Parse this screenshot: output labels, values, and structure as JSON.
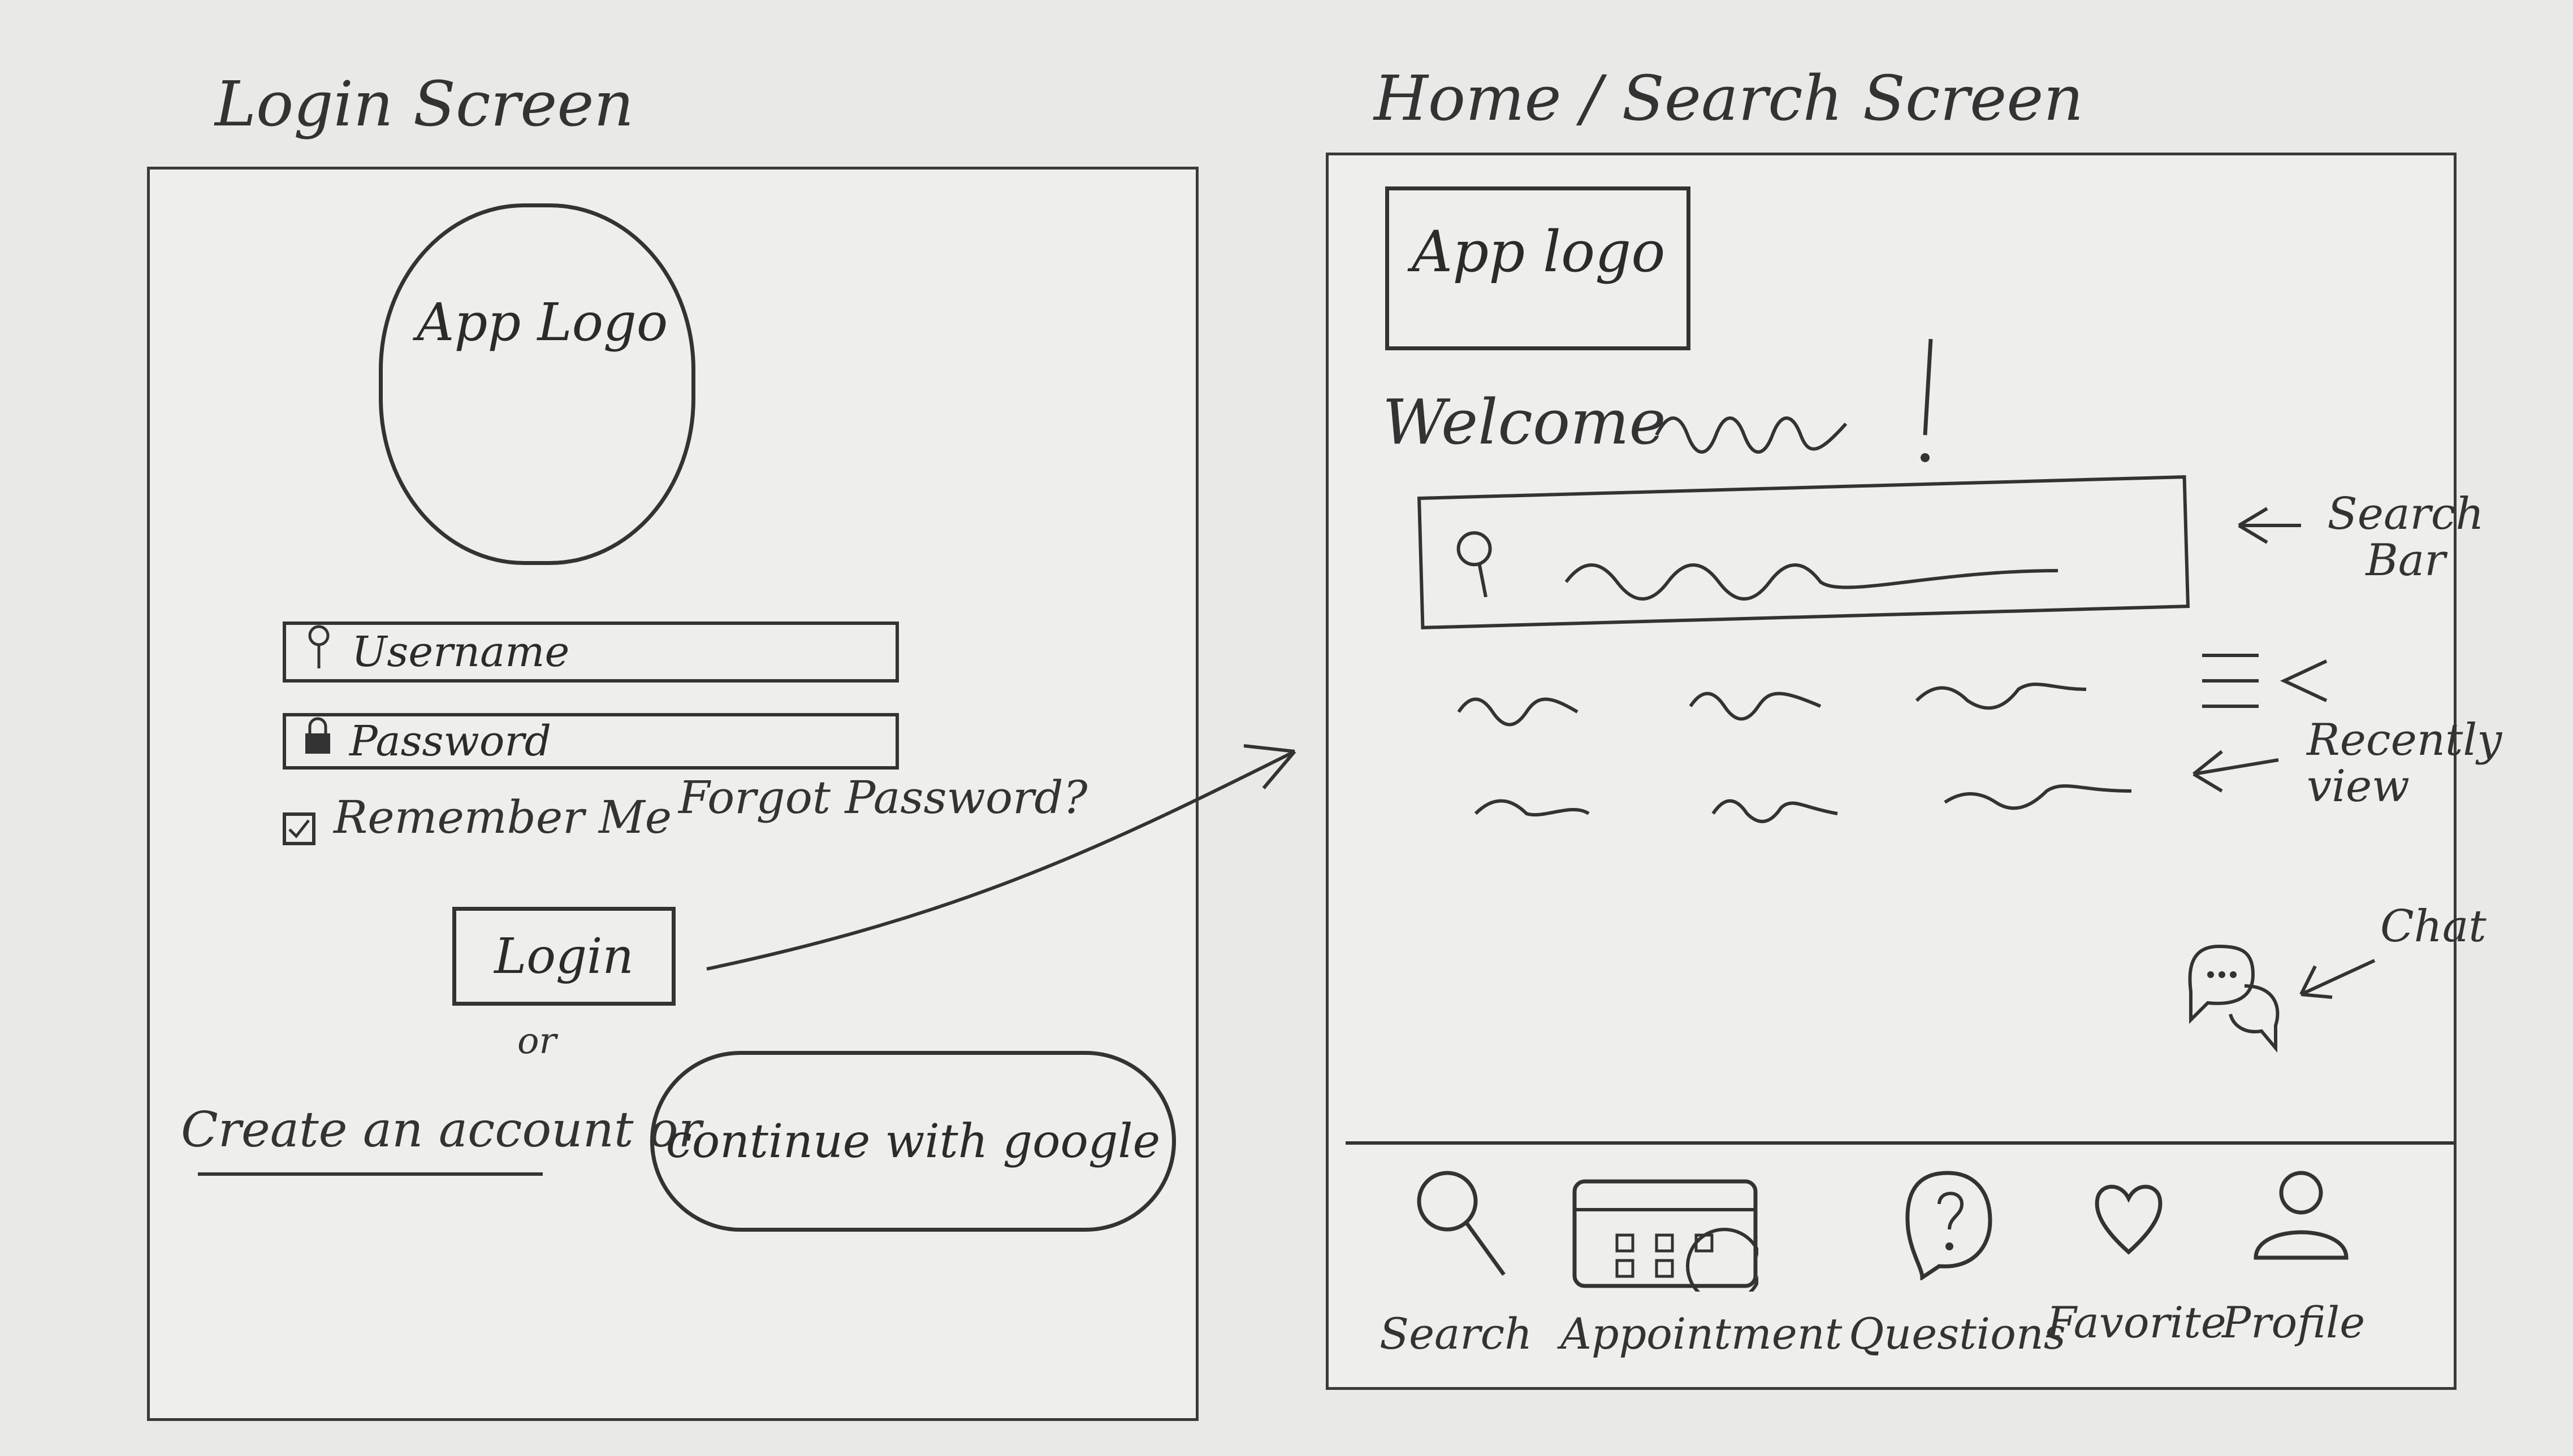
{
  "login_screen": {
    "title": "Login Screen",
    "logo_label": "App Logo",
    "username_placeholder": "Username",
    "password_placeholder": "Password",
    "remember_me": "Remember Me",
    "forgot_password": "Forgot Password?",
    "login_button": "Login",
    "or_text": "or",
    "create_account": "Create an account or",
    "google_button": "continue with google"
  },
  "home_screen": {
    "title": "Home / Search Screen",
    "logo_label": "App logo",
    "welcome": "Welcome",
    "annotations": {
      "search_bar": "Search Bar",
      "recently_view": "Recently view",
      "chat": "Chat"
    },
    "bottom_nav": [
      {
        "label": "Search",
        "icon": "search-icon"
      },
      {
        "label": "Appointment",
        "icon": "calendar-icon"
      },
      {
        "label": "Questions",
        "icon": "question-icon"
      },
      {
        "label": "Favorite",
        "icon": "heart-icon"
      },
      {
        "label": "Profile",
        "icon": "person-icon"
      }
    ]
  }
}
